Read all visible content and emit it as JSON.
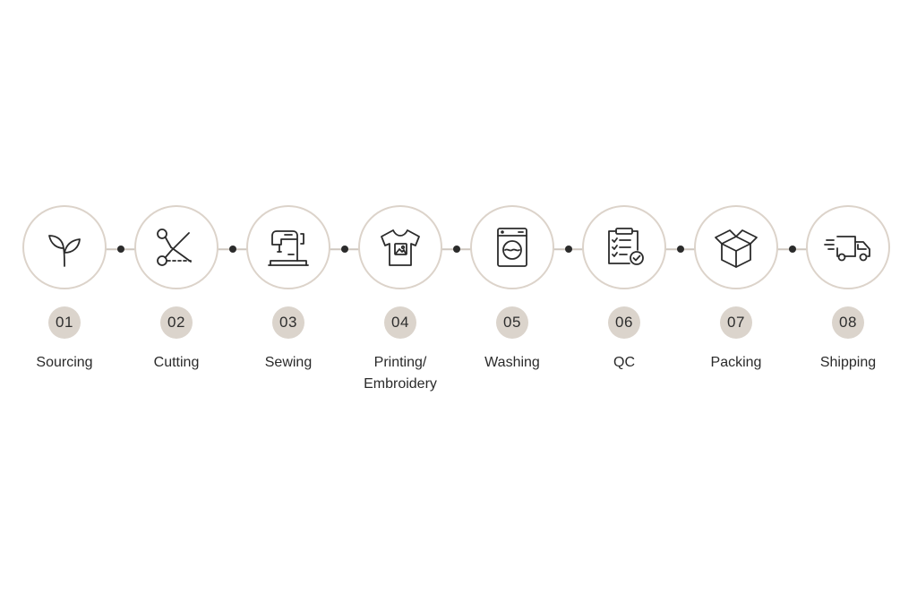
{
  "steps": [
    {
      "number": "01",
      "label": "Sourcing",
      "icon": "sprout-icon"
    },
    {
      "number": "02",
      "label": "Cutting",
      "icon": "scissors-icon"
    },
    {
      "number": "03",
      "label": "Sewing",
      "icon": "sewing-machine-icon"
    },
    {
      "number": "04",
      "label_lines": [
        "Printing/",
        "Embroidery"
      ],
      "icon": "tshirt-print-icon"
    },
    {
      "number": "05",
      "label": "Washing",
      "icon": "washing-machine-icon"
    },
    {
      "number": "06",
      "label": "QC",
      "icon": "clipboard-check-icon"
    },
    {
      "number": "07",
      "label": "Packing",
      "icon": "box-icon"
    },
    {
      "number": "08",
      "label": "Shipping",
      "icon": "delivery-truck-icon"
    }
  ],
  "colors": {
    "circle_border": "#dcd3ca",
    "number_badge": "#dbd4cc",
    "connector": "#cfc7bf",
    "dot": "#2b2b2b",
    "icon_stroke": "#2b2b2b"
  }
}
